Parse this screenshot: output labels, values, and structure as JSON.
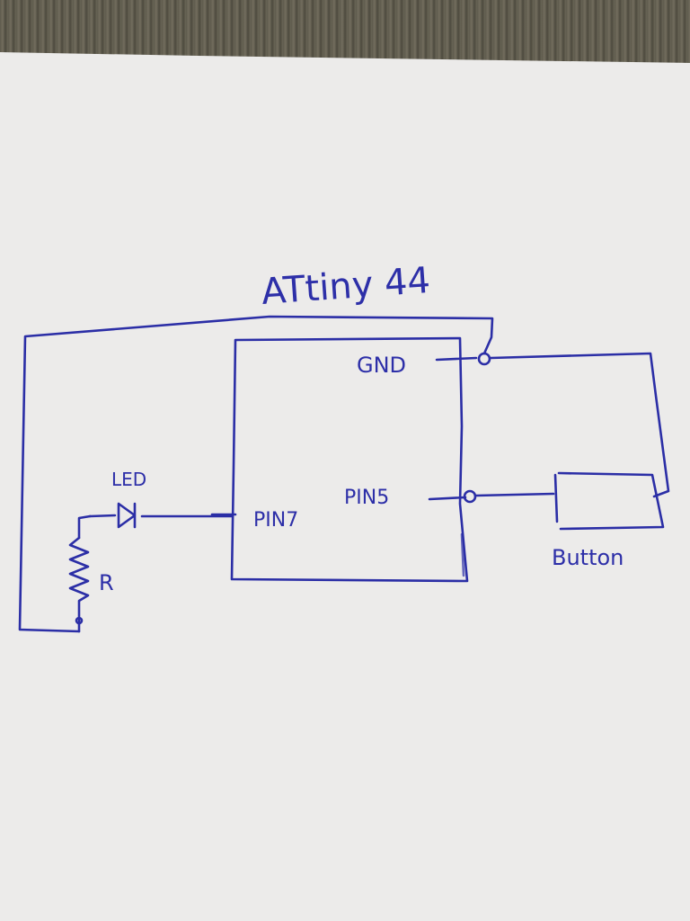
{
  "diagram": {
    "title": "ATtiny 44",
    "labels": {
      "gnd": "GND",
      "pin5": "PIN5",
      "pin7": "PIN7",
      "led": "LED",
      "resistor": "R",
      "button": "Button"
    },
    "colors": {
      "ink": "#2b2ea6",
      "paper": "#ecebea",
      "desk": "#5e5a4c"
    }
  }
}
